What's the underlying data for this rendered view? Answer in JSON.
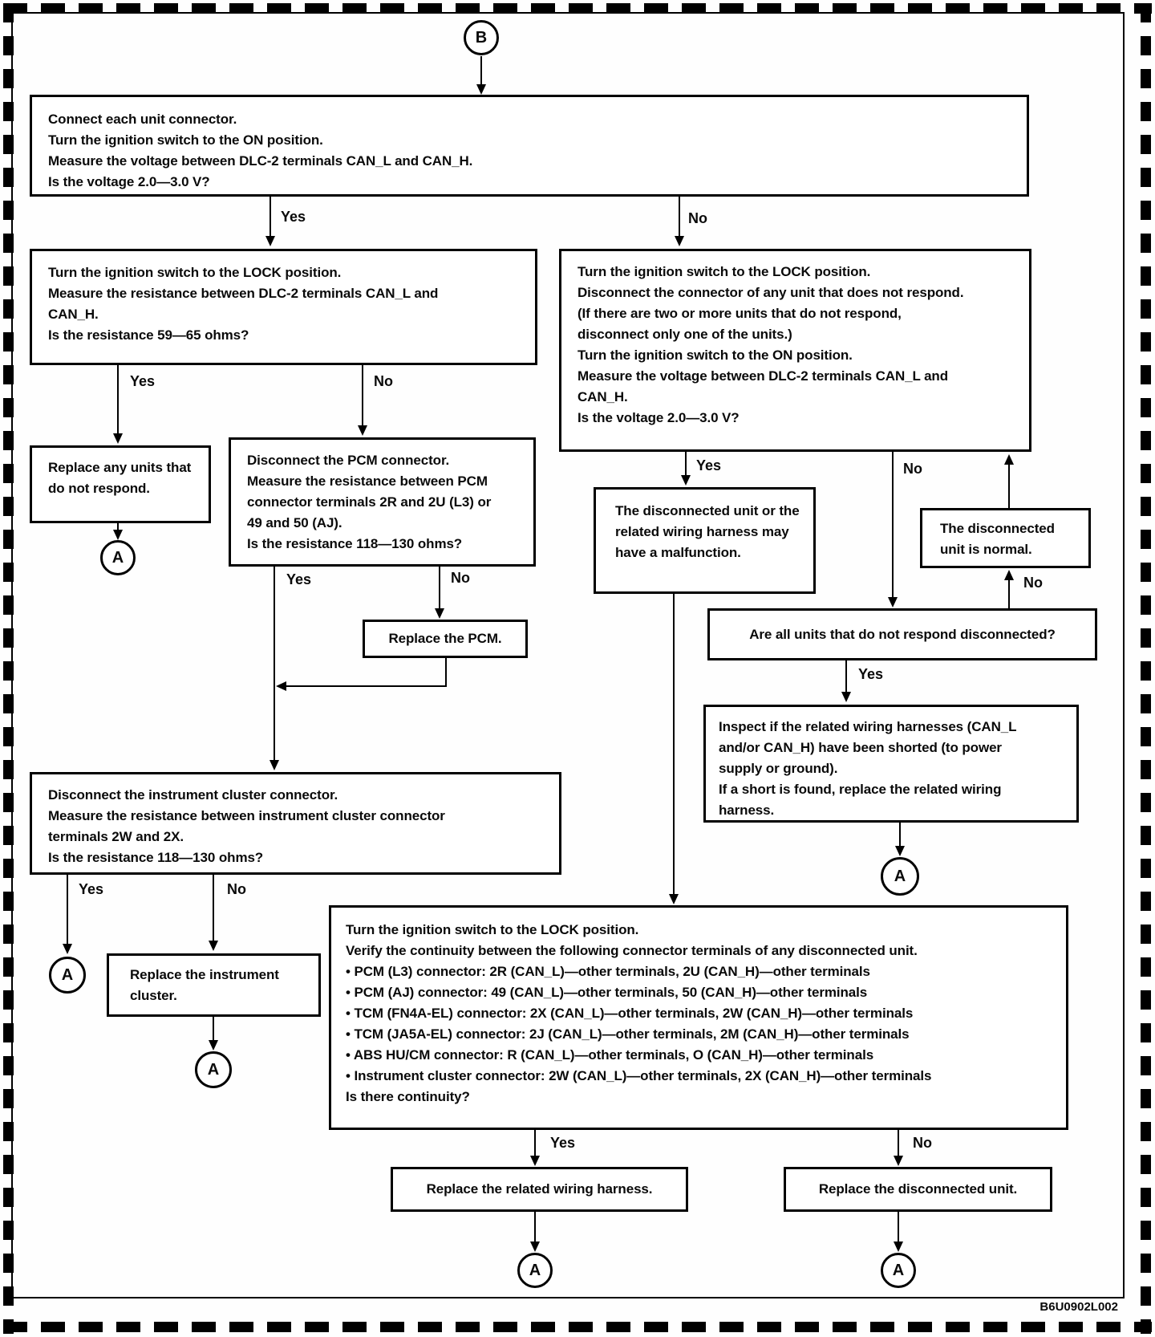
{
  "flow": {
    "connector_b": "B",
    "connector_a": "A",
    "yes": "Yes",
    "no": "No",
    "figure_code": "B6U0902L002",
    "boxes": {
      "connect_units": {
        "lines": [
          "Connect each unit connector.",
          "Turn the ignition switch to the ON position.",
          "Measure the voltage between DLC-2 terminals CAN_L and CAN_H.",
          "Is the voltage 2.0—3.0 V?"
        ]
      },
      "check_resistance": {
        "lines": [
          "Turn the ignition switch to the LOCK position.",
          "Measure the resistance between DLC-2 terminals CAN_L and",
          "CAN_H.",
          "Is the resistance 59—65 ohms?"
        ]
      },
      "disconnect_unit": {
        "lines": [
          "Turn the ignition switch to the LOCK position.",
          "Disconnect the connector of any unit that does not respond.",
          "(If there are two or more units that do not respond,",
          "disconnect only one of the units.)",
          "Turn the ignition switch to the ON position.",
          "Measure the voltage between DLC-2 terminals CAN_L and",
          "CAN_H.",
          "Is the voltage 2.0—3.0 V?"
        ]
      },
      "replace_units": {
        "lines": [
          "Replace any units that",
          "do not respond."
        ]
      },
      "pcm_check": {
        "lines": [
          "Disconnect the PCM connector.",
          "Measure the resistance between PCM",
          "connector terminals 2R and 2U (L3) or",
          "49 and 50 (AJ).",
          "Is the resistance 118—130 ohms?"
        ]
      },
      "replace_pcm": {
        "lines": [
          "Replace the PCM."
        ]
      },
      "cluster_check": {
        "lines": [
          "Disconnect the instrument cluster connector.",
          "Measure the resistance between instrument cluster connector",
          "terminals 2W and 2X.",
          "Is the resistance 118—130 ohms?"
        ]
      },
      "replace_cluster": {
        "lines": [
          "Replace the instrument",
          "cluster."
        ]
      },
      "unit_malfunction": {
        "lines": [
          "The disconnected unit or the",
          "related wiring harness may",
          "have a malfunction."
        ]
      },
      "unit_normal": {
        "lines": [
          "The disconnected",
          "unit is normal."
        ]
      },
      "all_disconnected": {
        "lines": [
          "Are all units that do not respond disconnected?"
        ]
      },
      "inspect_harness": {
        "lines": [
          "Inspect if the related wiring harnesses (CAN_L",
          "and/or CAN_H) have been shorted (to power",
          "supply or ground).",
          "If a short is found, replace the related wiring",
          "harness."
        ]
      },
      "verify_continuity": {
        "lines": [
          "Turn the ignition switch to the LOCK position.",
          "Verify the continuity between the following connector terminals of any disconnected unit.",
          " • PCM (L3) connector: 2R (CAN_L)—other terminals, 2U (CAN_H)—other terminals",
          " • PCM (AJ) connector: 49 (CAN_L)—other terminals, 50 (CAN_H)—other terminals",
          " • TCM (FN4A-EL) connector: 2X (CAN_L)—other terminals, 2W (CAN_H)—other terminals",
          " • TCM (JA5A-EL) connector: 2J (CAN_L)—other terminals, 2M (CAN_H)—other terminals",
          " • ABS HU/CM connector: R (CAN_L)—other terminals, O (CAN_H)—other terminals",
          " • Instrument cluster connector: 2W (CAN_L)—other terminals, 2X (CAN_H)—other terminals",
          "Is there continuity?"
        ]
      },
      "replace_harness": {
        "lines": [
          "Replace the related wiring harness."
        ]
      },
      "replace_disconnected": {
        "lines": [
          "Replace the disconnected unit."
        ]
      }
    }
  }
}
